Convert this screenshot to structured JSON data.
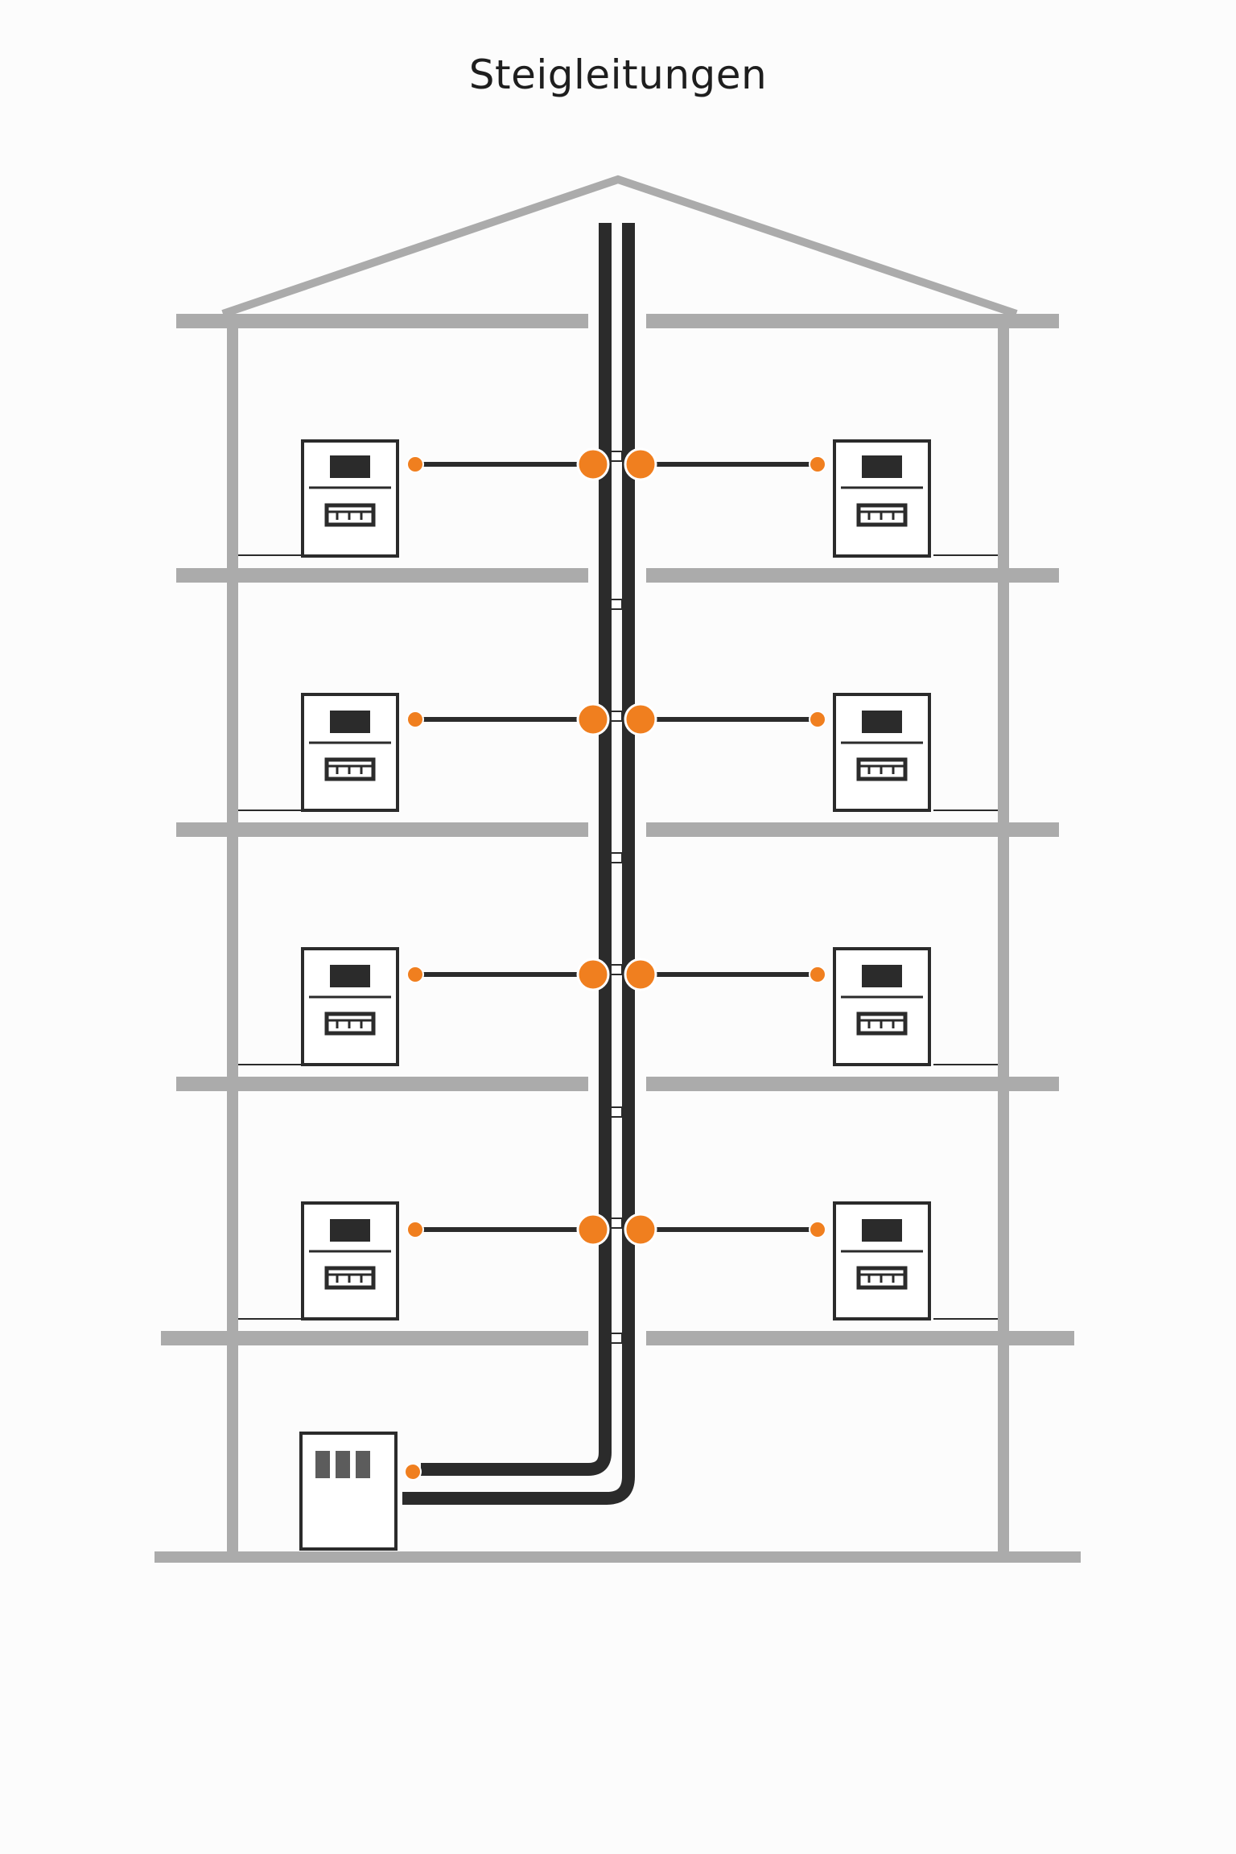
{
  "title": "Steigleitungen",
  "colors": {
    "structure": "#ababab",
    "cable": "#2b2b2b",
    "junction": "#f07f1f",
    "background": "#fcfcfc"
  },
  "floors": [
    {
      "apartments": [
        "left",
        "right"
      ]
    },
    {
      "apartments": [
        "left",
        "right"
      ]
    },
    {
      "apartments": [
        "left",
        "right"
      ]
    },
    {
      "apartments": [
        "left",
        "right"
      ]
    }
  ],
  "main_distribution_box": {
    "fuse_count": 3
  },
  "riser_cables": 2
}
